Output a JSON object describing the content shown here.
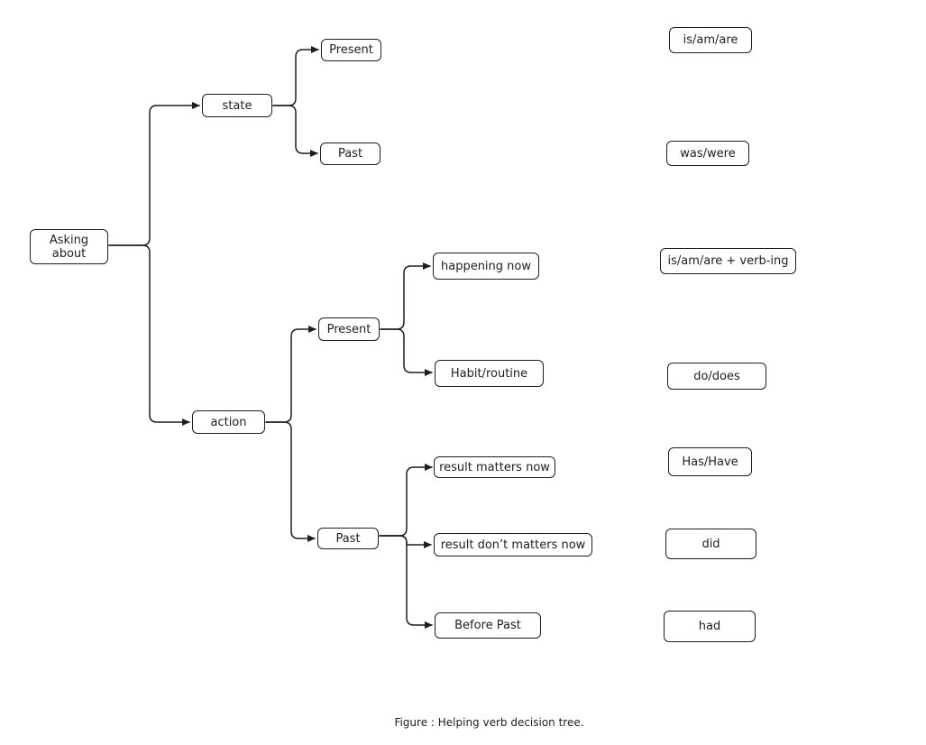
{
  "diagram": {
    "root": "Asking about",
    "state": {
      "label": "state",
      "present": "Present",
      "past": "Past"
    },
    "action": {
      "label": "action",
      "present": {
        "label": "Present",
        "happening_now": "happening now",
        "habit": "Habit/routine"
      },
      "past": {
        "label": "Past",
        "result_matters": "result matters now",
        "result_dont_matter": "result don’t matters now",
        "before_past": "Before Past"
      }
    },
    "answers": {
      "state_present": "is/am/are",
      "state_past": "was/were",
      "happening_now": "is/am/are + verb-ing",
      "habit": "do/does",
      "result_matters": "Has/Have",
      "result_dont_matter": "did",
      "before_past": "had"
    }
  },
  "caption": "Figure : Helping verb decision tree."
}
